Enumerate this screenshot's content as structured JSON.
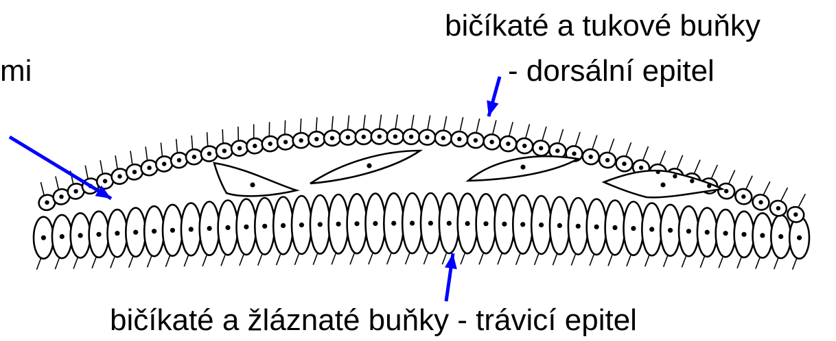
{
  "labels": {
    "left_partial": "mi",
    "top_line1": "bičíkaté a tukové buňky",
    "top_line2": "- dorsální epitel",
    "bottom": "bičíkaté a žláznaté buňky - trávicí epitel"
  },
  "colors": {
    "arrow": "#0000ff",
    "ink": "#000000"
  }
}
